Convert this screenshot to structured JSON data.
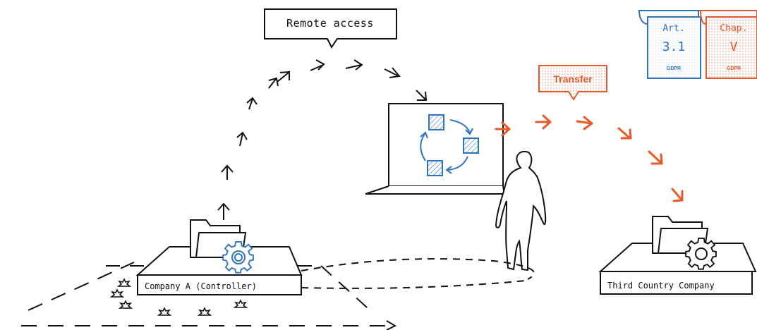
{
  "callouts": {
    "remote_access": "Remote access",
    "transfer": "Transfer"
  },
  "entities": {
    "company_a": "Company A (Controller)",
    "third_country": "Third Country Company"
  },
  "documents": [
    {
      "line1": "Art.",
      "line2": "3.1",
      "line3": "GDPR",
      "color": "#2f74c0"
    },
    {
      "line1": "Chap.",
      "line2": "V",
      "line3": "GDPR",
      "color": "#e8592a"
    }
  ],
  "colors": {
    "ink": "#111111",
    "blue": "#2f74c0",
    "orange": "#e8592a"
  }
}
